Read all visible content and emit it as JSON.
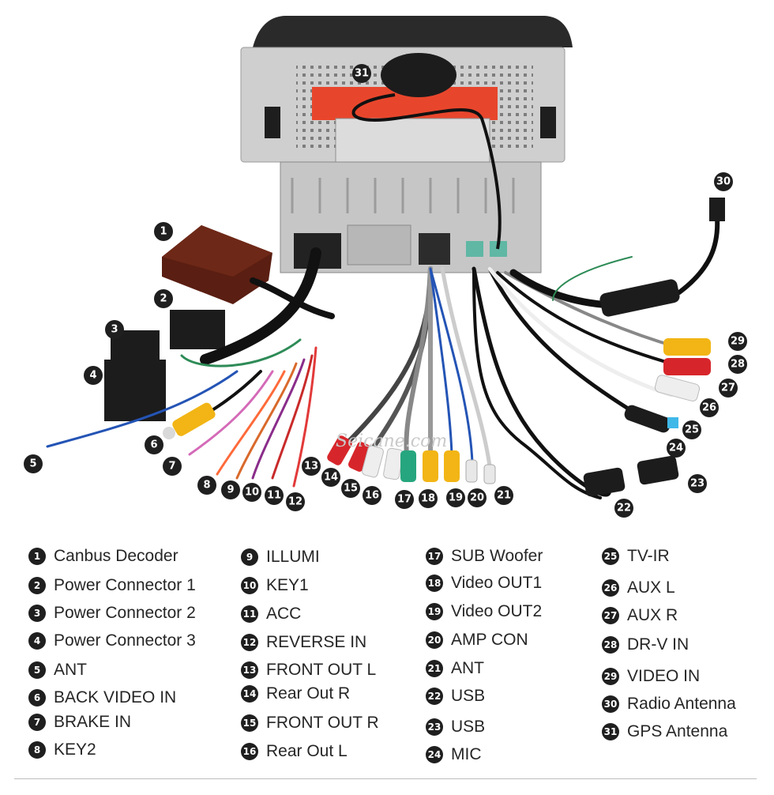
{
  "watermark": "Seicane.com",
  "colors": {
    "badge": "#1f1f1f",
    "red_plate": "#e8462c",
    "panel": "#c9c9c9",
    "rca_yellow": "#f2b515",
    "rca_red": "#d7262b",
    "rca_white": "#eeeeee",
    "rca_green": "#26a67e",
    "decoder": "#5a1e12"
  },
  "items": [
    {
      "num": "1",
      "label": "Canbus Decoder"
    },
    {
      "num": "2",
      "label": "Power Connector 1"
    },
    {
      "num": "3",
      "label": "Power Connector 2"
    },
    {
      "num": "4",
      "label": "Power Connector 3"
    },
    {
      "num": "5",
      "label": "ANT"
    },
    {
      "num": "6",
      "label": "BACK VIDEO IN"
    },
    {
      "num": "7",
      "label": "BRAKE IN"
    },
    {
      "num": "8",
      "label": "KEY2"
    },
    {
      "num": "9",
      "label": "ILLUMI"
    },
    {
      "num": "10",
      "label": "KEY1"
    },
    {
      "num": "11",
      "label": "ACC"
    },
    {
      "num": "12",
      "label": "REVERSE IN"
    },
    {
      "num": "13",
      "label": "FRONT OUT L"
    },
    {
      "num": "14",
      "label": "Rear Out R"
    },
    {
      "num": "15",
      "label": "FRONT OUT R"
    },
    {
      "num": "16",
      "label": "Rear Out L"
    },
    {
      "num": "17",
      "label": "SUB Woofer"
    },
    {
      "num": "18",
      "label": "Video OUT1"
    },
    {
      "num": "19",
      "label": "Video OUT2"
    },
    {
      "num": "20",
      "label": "AMP CON"
    },
    {
      "num": "21",
      "label": "ANT"
    },
    {
      "num": "22",
      "label": "USB"
    },
    {
      "num": "23",
      "label": "USB"
    },
    {
      "num": "24",
      "label": "MIC"
    },
    {
      "num": "25",
      "label": "TV-IR"
    },
    {
      "num": "26",
      "label": "AUX L"
    },
    {
      "num": "27",
      "label": "AUX R"
    },
    {
      "num": "28",
      "label": "DR-V IN"
    },
    {
      "num": "29",
      "label": "VIDEO IN"
    },
    {
      "num": "30",
      "label": "Radio Antenna"
    },
    {
      "num": "31",
      "label": "GPS Antenna"
    }
  ]
}
